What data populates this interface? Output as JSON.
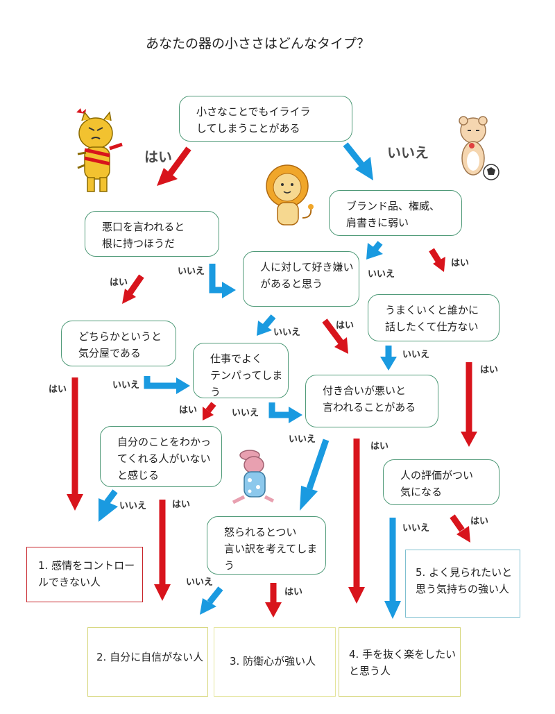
{
  "title": "あなたの器の小ささはどんなタイプ？",
  "colors": {
    "yes_arrow": "#d8141c",
    "no_arrow": "#1a9ae0",
    "node_border": "#4f9a78",
    "result1_border": "#c8242a",
    "result2_border": "#d6d67a",
    "result3_border": "#e4e49a",
    "result4_border": "#d6d67a",
    "result5_border": "#7fc0d0"
  },
  "labels": {
    "yes": "はい",
    "no": "いいえ"
  },
  "questions": {
    "q1": "小さなことでもイライラ\nしてしまうことがある",
    "q2": "悪口を言われると\n根に持つほうだ",
    "q3": "ブランド品、権威、\n肩書きに弱い",
    "q4": "人に対して好き嫌い\nがあると思う",
    "q5": "うまくいくと誰かに\n話したくて仕方ない",
    "q6": "どちらかというと\n気分屋である",
    "q7": "仕事でよく\nテンパってしまう",
    "q8": "付き合いが悪いと\n言われることがある",
    "q9": "自分のことをわかっ\nてくれる人がいない\nと感じる",
    "q10": "人の評価がつい\n気になる",
    "q11": "怒られるとつい\n言い訳を考えてしまう"
  },
  "results": {
    "r1": "1. 感情をコントロー\nルできない人",
    "r2": "2. 自分に自信がない人",
    "r3": "3. 防衛心が強い人",
    "r4": "4. 手を抜く楽をしたい\nと思う人",
    "r5": "5. よく見られたいと\n思う気持ちの強い人"
  },
  "characters": [
    "tiger-character",
    "lion-character",
    "bear-character",
    "rabbit-character"
  ]
}
